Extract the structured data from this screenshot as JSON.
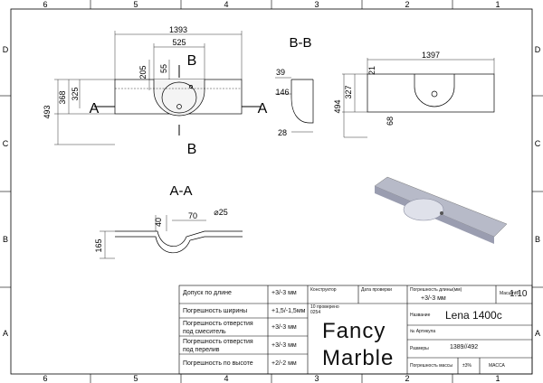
{
  "border": {
    "cols_top": [
      "6",
      "5",
      "4",
      "3",
      "2",
      "1"
    ],
    "cols_bottom": [
      "6",
      "5",
      "4",
      "3",
      "2",
      "1"
    ],
    "rows_left": [
      "D",
      "C",
      "B",
      "A"
    ],
    "rows_right": [
      "D",
      "C",
      "B",
      "A"
    ]
  },
  "views": {
    "top": {
      "dims": {
        "width_total": "1393",
        "bowl_width": "525",
        "depth_outer": "493",
        "depth_368": "368",
        "depth_325": "325",
        "d_205": "205",
        "d_55": "55"
      },
      "section_a_left": "A",
      "section_a_right": "A",
      "section_b_top": "B",
      "section_b_bottom": "B"
    },
    "section_bb": {
      "title": "B-B",
      "dims": {
        "d_39": "39",
        "d_146": "146",
        "d_28": "28"
      }
    },
    "back": {
      "dims": {
        "width": "1397",
        "d_21": "21",
        "d_327": "327",
        "d_494": "494",
        "d_68": "68"
      }
    },
    "section_aa": {
      "title": "A-A",
      "dims": {
        "d_40": "40",
        "d_70": "70",
        "hole": "⌀25",
        "d_165": "165"
      }
    }
  },
  "title_block": {
    "tolerances": [
      {
        "label": "Допуск по длине",
        "value": "+3/-3 мм"
      },
      {
        "label": "Погрешность ширины",
        "value": "+1,5/-1,5мм"
      },
      {
        "label": "Погрешность отверстия\nпод смеситель",
        "value": "+3/-3 мм"
      },
      {
        "label": "Погрешность отверстия\nпод перелив",
        "value": "+3/-3 мм"
      },
      {
        "label": "Погрешность по высоте",
        "value": "+2/-2 мм"
      }
    ],
    "constructor_label": "Конструктор",
    "checked_label": "Дата проверки",
    "checked_value": "10 проверено\n0254",
    "brand": "Fancy\nMarble",
    "length_tol_label": "Погрешность длины(мм)",
    "length_tol_value": "+3/-3 мм",
    "scale_label": "Масштаб",
    "scale_value": "1:10",
    "name_label": "Название",
    "name_value": "Lena 1400c",
    "article_label": "№ Артикула",
    "size_label": "Размеры",
    "size_value": "1389//492",
    "mass_tol_label": "Погрешность массы",
    "mass_tol_value": "±3%",
    "mass_label": "МАССА"
  }
}
